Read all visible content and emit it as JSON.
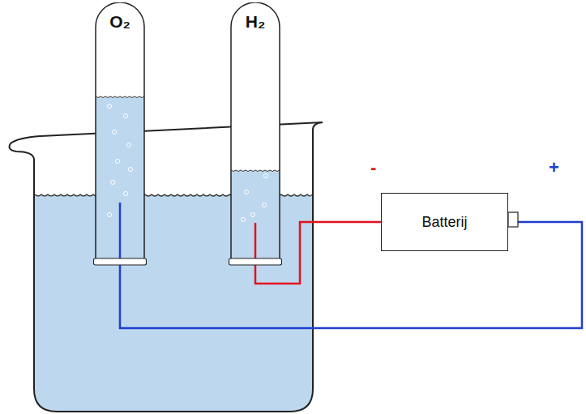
{
  "diagram": {
    "nodes": [
      {
        "text": [
          "O₂"
        ]
      },
      {
        "text": [
          "H₂"
        ]
      },
      {
        "text": [
          "Batterij"
        ]
      }
    ],
    "edges": [
      {
        "from": 2,
        "to": 1,
        "arrow": "none"
      },
      {
        "from": 2,
        "to": 0,
        "arrow": "none"
      }
    ],
    "labels": [
      "-",
      "+"
    ]
  }
}
